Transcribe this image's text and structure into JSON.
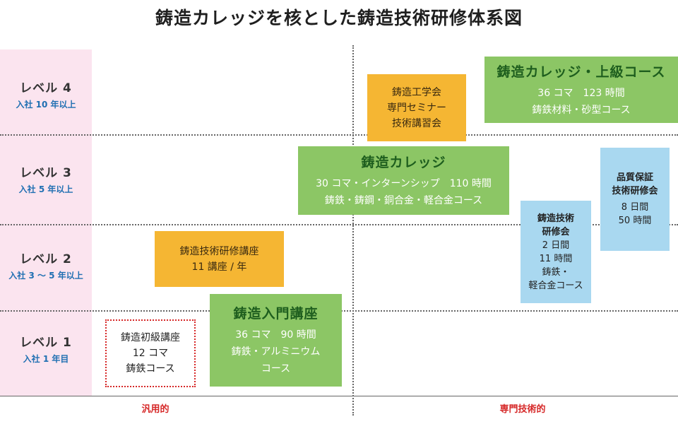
{
  "title": "鋳造カレッジを核とした鋳造技術研修体系図",
  "levels": [
    {
      "name": "レベル 4",
      "sub": "入社 10 年以上"
    },
    {
      "name": "レベル 3",
      "sub": "入社 5 年以上"
    },
    {
      "name": "レベル 2",
      "sub": "入社 3 ～ 5 年以上"
    },
    {
      "name": "レベル 1",
      "sub": "入社 1 年目"
    }
  ],
  "axis": {
    "left": "汎用的",
    "right": "専門技術的"
  },
  "boxes": {
    "advanced": {
      "head": "鋳造カレッジ・上級コース",
      "lines": [
        "36 コマ　123 時間",
        "鋳鉄材料・砂型コース"
      ]
    },
    "engineering": {
      "lines": [
        "鋳造工学会",
        "専門セミナー",
        "技術講習会"
      ]
    },
    "college": {
      "head": "鋳造カレッジ",
      "lines": [
        "30 コマ・インターンシップ　110 時間",
        "鋳鉄・鋳鋼・銅合金・軽合金コース"
      ]
    },
    "quality": {
      "head": [
        "品質保証",
        "技術研修会"
      ],
      "lines": [
        "8 日間",
        "50 時間"
      ]
    },
    "tech_training": {
      "head": [
        "鋳造技術",
        "研修会"
      ],
      "lines": [
        "2 日間",
        "11 時間",
        "鋳鉄・",
        "軽合金コース"
      ]
    },
    "lecture": {
      "lines": [
        "鋳造技術研修講座",
        "11 講座 / 年"
      ]
    },
    "intro": {
      "head": "鋳造入門講座",
      "lines": [
        "36 コマ　90 時間",
        "鋳鉄・アルミニウム",
        "コース"
      ]
    },
    "basic": {
      "lines": [
        "鋳造初級講座",
        "12 コマ",
        "鋳鉄コース"
      ]
    }
  }
}
